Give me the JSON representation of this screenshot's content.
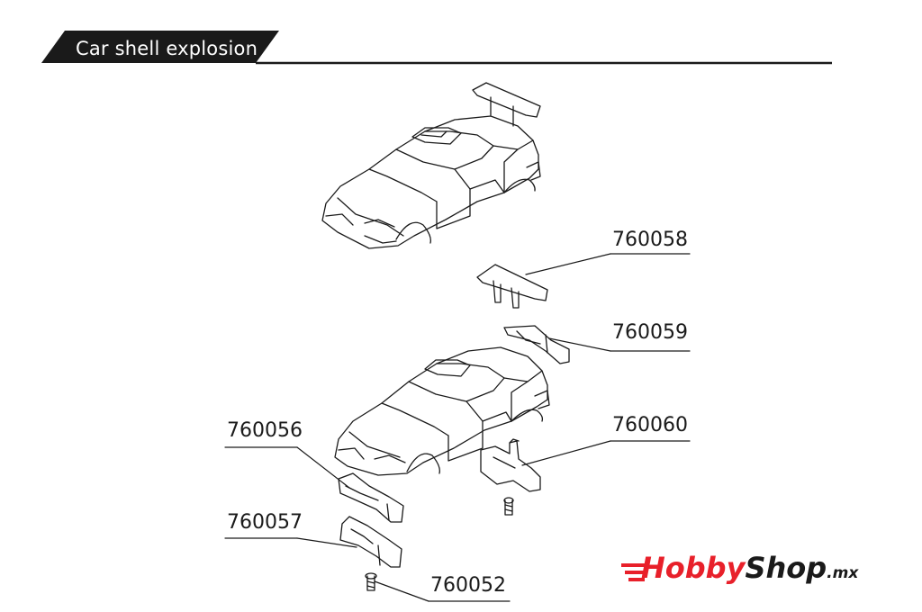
{
  "header": {
    "title": "Car shell explosion"
  },
  "parts": [
    {
      "id": "760058"
    },
    {
      "id": "760059"
    },
    {
      "id": "760056"
    },
    {
      "id": "760060"
    },
    {
      "id": "760057"
    },
    {
      "id": "760052"
    }
  ],
  "watermark": {
    "hobby": "Hobby",
    "shop": "Shop",
    "tld": ".mx"
  },
  "colors": {
    "header_bg": "#1a1a1a",
    "line": "#1a1a1a",
    "brand_red": "#e8202a"
  },
  "icons": [
    "speed-lines-icon"
  ]
}
